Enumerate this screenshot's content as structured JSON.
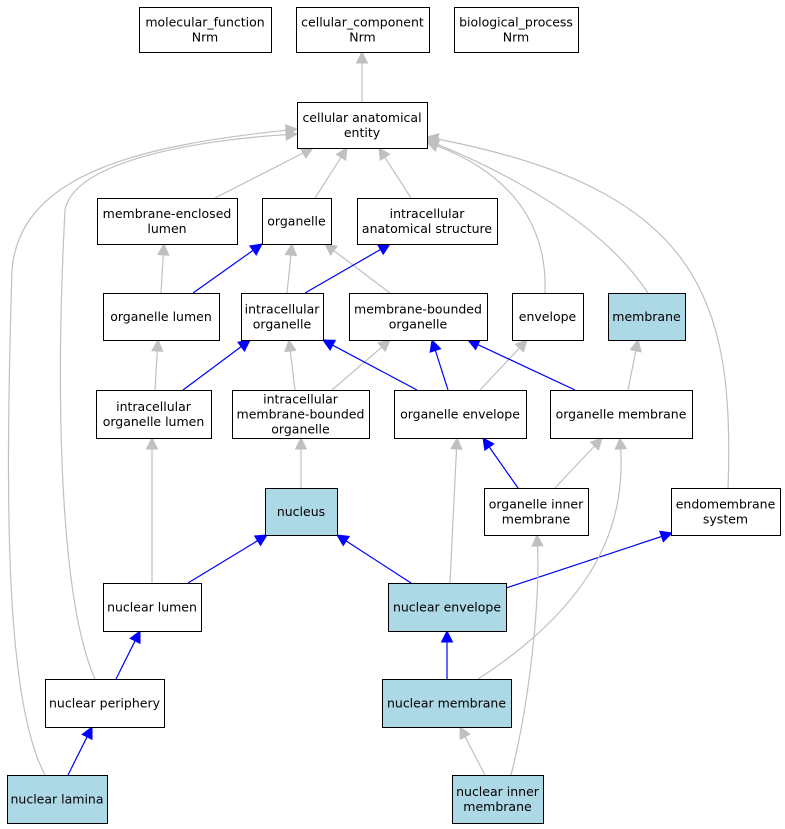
{
  "colors": {
    "highlight_fill": "#add8e6",
    "default_fill": "#ffffff",
    "blue_edge": "#0000ff",
    "gray_edge": "#c0c0c0"
  },
  "nodes": {
    "molecular_function": [
      "molecular_function",
      "Nrm"
    ],
    "cellular_component": [
      "cellular_component",
      "Nrm"
    ],
    "biological_process": [
      "biological_process",
      "Nrm"
    ],
    "cellular_anatomical_entity": [
      "cellular anatomical",
      "entity"
    ],
    "membrane_enclosed_lumen": [
      "membrane-enclosed",
      "lumen"
    ],
    "organelle": [
      "organelle"
    ],
    "intracellular_anatomical_structure": [
      "intracellular",
      "anatomical structure"
    ],
    "organelle_lumen": [
      "organelle lumen"
    ],
    "intracellular_organelle": [
      "intracellular",
      "organelle"
    ],
    "membrane_bounded_organelle": [
      "membrane-bounded",
      "organelle"
    ],
    "envelope": [
      "envelope"
    ],
    "membrane": [
      "membrane"
    ],
    "intracellular_organelle_lumen": [
      "intracellular",
      "organelle lumen"
    ],
    "intracellular_membrane_bounded_organelle": [
      "intracellular",
      "membrane-bounded",
      "organelle"
    ],
    "organelle_envelope": [
      "organelle envelope"
    ],
    "organelle_membrane": [
      "organelle membrane"
    ],
    "nucleus": [
      "nucleus"
    ],
    "organelle_inner_membrane": [
      "organelle inner",
      "membrane"
    ],
    "endomembrane_system": [
      "endomembrane",
      "system"
    ],
    "nuclear_lumen": [
      "nuclear lumen"
    ],
    "nuclear_envelope": [
      "nuclear envelope"
    ],
    "nuclear_periphery": [
      "nuclear periphery"
    ],
    "nuclear_membrane": [
      "nuclear membrane"
    ],
    "nuclear_lamina": [
      "nuclear lamina"
    ],
    "nuclear_inner_membrane": [
      "nuclear inner",
      "membrane"
    ]
  },
  "highlighted": [
    "membrane",
    "nucleus",
    "nuclear_envelope",
    "nuclear_membrane",
    "nuclear_lamina",
    "nuclear_inner_membrane"
  ],
  "edges": [
    {
      "from": "cellular_anatomical_entity",
      "to": "cellular_component",
      "relation": "is_a"
    },
    {
      "from": "membrane_enclosed_lumen",
      "to": "cellular_anatomical_entity",
      "relation": "is_a"
    },
    {
      "from": "organelle",
      "to": "cellular_anatomical_entity",
      "relation": "is_a"
    },
    {
      "from": "intracellular_anatomical_structure",
      "to": "cellular_anatomical_entity",
      "relation": "is_a"
    },
    {
      "from": "envelope",
      "to": "cellular_anatomical_entity",
      "relation": "is_a"
    },
    {
      "from": "membrane",
      "to": "cellular_anatomical_entity",
      "relation": "is_a"
    },
    {
      "from": "endomembrane_system",
      "to": "cellular_anatomical_entity",
      "relation": "is_a"
    },
    {
      "from": "nuclear_periphery",
      "to": "cellular_anatomical_entity",
      "relation": "is_a"
    },
    {
      "from": "nuclear_lamina",
      "to": "cellular_anatomical_entity",
      "relation": "is_a"
    },
    {
      "from": "organelle_lumen",
      "to": "membrane_enclosed_lumen",
      "relation": "is_a"
    },
    {
      "from": "organelle_lumen",
      "to": "organelle",
      "relation": "part_of"
    },
    {
      "from": "intracellular_organelle",
      "to": "organelle",
      "relation": "is_a"
    },
    {
      "from": "membrane_bounded_organelle",
      "to": "organelle",
      "relation": "is_a"
    },
    {
      "from": "intracellular_organelle",
      "to": "intracellular_anatomical_structure",
      "relation": "part_of"
    },
    {
      "from": "intracellular_organelle_lumen",
      "to": "organelle_lumen",
      "relation": "is_a"
    },
    {
      "from": "intracellular_organelle_lumen",
      "to": "intracellular_organelle",
      "relation": "part_of"
    },
    {
      "from": "intracellular_membrane_bounded_organelle",
      "to": "intracellular_organelle",
      "relation": "is_a"
    },
    {
      "from": "intracellular_membrane_bounded_organelle",
      "to": "membrane_bounded_organelle",
      "relation": "is_a"
    },
    {
      "from": "organelle_envelope",
      "to": "intracellular_organelle",
      "relation": "part_of"
    },
    {
      "from": "organelle_envelope",
      "to": "membrane_bounded_organelle",
      "relation": "part_of"
    },
    {
      "from": "organelle_envelope",
      "to": "envelope",
      "relation": "is_a"
    },
    {
      "from": "organelle_membrane",
      "to": "membrane_bounded_organelle",
      "relation": "part_of"
    },
    {
      "from": "organelle_membrane",
      "to": "membrane",
      "relation": "is_a"
    },
    {
      "from": "nucleus",
      "to": "intracellular_membrane_bounded_organelle",
      "relation": "is_a"
    },
    {
      "from": "organelle_inner_membrane",
      "to": "organelle_envelope",
      "relation": "part_of"
    },
    {
      "from": "organelle_inner_membrane",
      "to": "organelle_membrane",
      "relation": "is_a"
    },
    {
      "from": "nuclear_lumen",
      "to": "intracellular_organelle_lumen",
      "relation": "is_a"
    },
    {
      "from": "nuclear_lumen",
      "to": "nucleus",
      "relation": "part_of"
    },
    {
      "from": "nuclear_envelope",
      "to": "nucleus",
      "relation": "part_of"
    },
    {
      "from": "nuclear_envelope",
      "to": "organelle_envelope",
      "relation": "is_a"
    },
    {
      "from": "nuclear_envelope",
      "to": "endomembrane_system",
      "relation": "part_of"
    },
    {
      "from": "nuclear_periphery",
      "to": "nuclear_lumen",
      "relation": "part_of"
    },
    {
      "from": "nuclear_membrane",
      "to": "nuclear_envelope",
      "relation": "part_of"
    },
    {
      "from": "nuclear_membrane",
      "to": "organelle_membrane",
      "relation": "is_a"
    },
    {
      "from": "nuclear_lamina",
      "to": "nuclear_periphery",
      "relation": "part_of"
    },
    {
      "from": "nuclear_inner_membrane",
      "to": "nuclear_membrane",
      "relation": "is_a"
    },
    {
      "from": "nuclear_inner_membrane",
      "to": "organelle_inner_membrane",
      "relation": "is_a"
    }
  ]
}
